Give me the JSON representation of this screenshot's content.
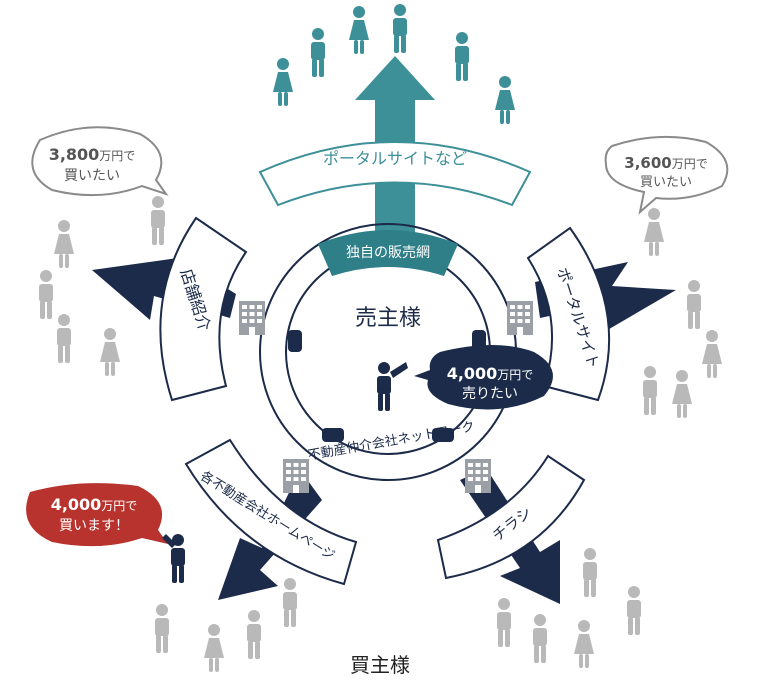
{
  "center": {
    "label": "売主様",
    "bubble_amount": "4,000",
    "bubble_unit": "万円で",
    "bubble_line2": "売りたい"
  },
  "inner_tab": "独自の販売網",
  "ring_label": "不動産仲介会社ネットワーク",
  "channels": {
    "portal_top": "ポータルサイトなど",
    "store": "店舗紹介",
    "portal_right": "ポータルサイト",
    "homepage": "各不動産会社ホームページ",
    "flyer": "チラシ"
  },
  "buyers": {
    "left": {
      "amount": "3,800",
      "unit": "万円で",
      "line2": "買いたい"
    },
    "right": {
      "amount": "3,600",
      "unit": "万円で",
      "line2": "買いたい"
    },
    "offer": {
      "amount": "4,000",
      "unit": "万円で",
      "line2": "買います！"
    }
  },
  "footer": "買主様",
  "colors": {
    "navy": "#1c2b4a",
    "teal": "#3d8f98",
    "teal_dark": "#2e7f88",
    "gray_person": "#b9b9b9",
    "red": "#b8322e"
  }
}
